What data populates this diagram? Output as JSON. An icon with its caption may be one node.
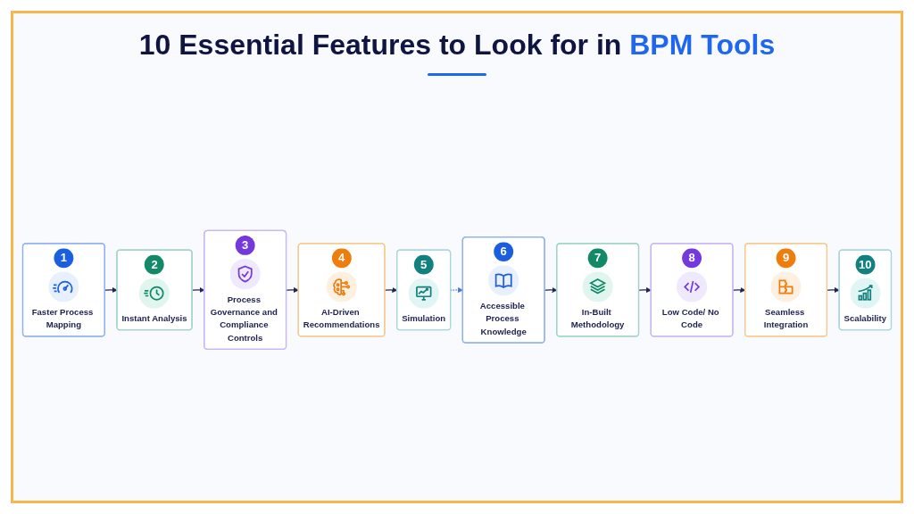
{
  "diagram": {
    "title": "10 Essential Features to Look for in BPM Tools",
    "nodes": [
      {
        "text": [
          "1",
          "Faster Process Mapping"
        ]
      },
      {
        "text": [
          "2",
          "Instant Analysis"
        ]
      },
      {
        "text": [
          "3",
          "Process Governance and Compliance Controls"
        ]
      },
      {
        "text": [
          "4",
          "AI-Driven Recommendations"
        ]
      },
      {
        "text": [
          "5",
          "Simulation"
        ]
      },
      {
        "text": [
          "6",
          "Accessible Process Knowledge"
        ]
      },
      {
        "text": [
          "7",
          "In-Built Methodology"
        ]
      },
      {
        "text": [
          "8",
          "Low Code/ No Code"
        ]
      },
      {
        "text": [
          "9",
          "Seamless Integration"
        ]
      },
      {
        "text": [
          "10",
          "Scalability"
        ]
      }
    ],
    "edges": [
      {
        "from": 0,
        "to": 1,
        "arrow": "to"
      },
      {
        "from": 1,
        "to": 2,
        "arrow": "to"
      },
      {
        "from": 2,
        "to": 3,
        "arrow": "to"
      },
      {
        "from": 3,
        "to": 4,
        "arrow": "to"
      },
      {
        "from": 4,
        "to": 5,
        "arrow": "to",
        "style": "dashed",
        "color": "#4a72e0"
      },
      {
        "from": 5,
        "to": 6,
        "arrow": "to"
      },
      {
        "from": 6,
        "to": 7,
        "arrow": "to"
      },
      {
        "from": 7,
        "to": 8,
        "arrow": "to"
      },
      {
        "from": 8,
        "to": 9,
        "arrow": "to"
      }
    ]
  }
}
